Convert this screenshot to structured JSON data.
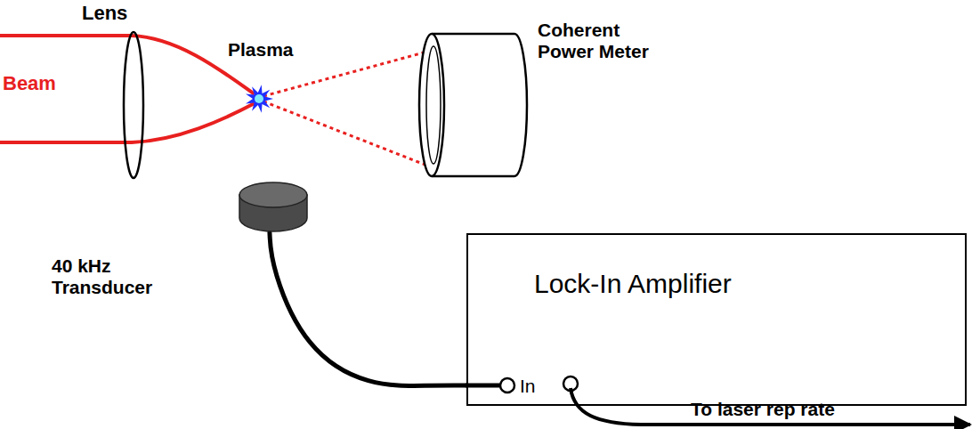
{
  "diagram": {
    "nodes": [
      {
        "text": [
          "40 kHz Transducer"
        ]
      },
      {
        "text": [
          "Lock-In Amplifier",
          "In"
        ]
      }
    ],
    "edges": [
      {
        "from": 0,
        "to": 1,
        "arrow": "none"
      }
    ],
    "labels": [
      "Lens",
      "Beam",
      "Plasma",
      "Coherent Power Meter",
      "To laser rep rate"
    ]
  }
}
